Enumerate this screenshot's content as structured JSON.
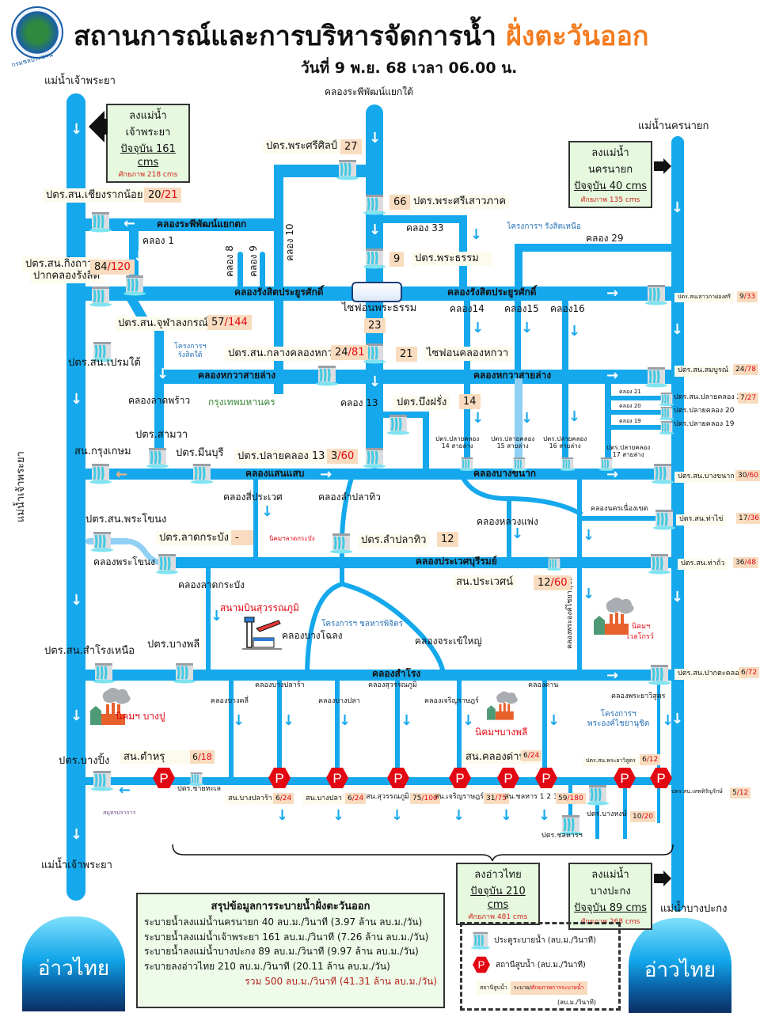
{
  "header": {
    "logo_caption": "กรมชลประทาน",
    "title_main": "สถานการณ์และการบริหารจัดการน้ำ",
    "title_highlight": "ฝั่งตะวันออก",
    "date_line": "วันที่ 9 พ.ย. 68 เวลา 06.00 น.",
    "highlight_color": "#f47c20"
  },
  "rivers": {
    "chao_phraya_top": "แม่น้ำเจ้าพระยา",
    "chao_phraya_side": "แม่น้ำเจ้าพระยา",
    "chao_phraya_bottom": "แม่น้ำเจ้าพระยา",
    "nakhon_nayok": "แม่น้ำนครนายก",
    "bang_pakong": "แม่น้ำบางปะกง",
    "gulf_left": "อ่าวไทย",
    "gulf_right": "อ่าวไทย"
  },
  "callouts": {
    "chao_phraya": {
      "title": "ลงแม่น้ำเจ้าพระยา",
      "current": "ปัจจุบัน 161 cms",
      "capacity": "ศักยภาพ 218 cms"
    },
    "nakhon_nayok": {
      "title": "ลงแม่น้ำนครนายก",
      "current": "ปัจจุบัน 40 cms",
      "capacity": "ศักยภาพ 135 cms"
    },
    "gulf": {
      "title": "ลงอ่าวไทย",
      "current": "ปัจจุบัน 210 cms",
      "capacity": "ศักยภาพ 481 cms"
    },
    "bang_pakong": {
      "title": "ลงแม่น้ำบางปะกง",
      "current": "ปัจจุบัน 89 cms",
      "capacity": "ศักยภาพ 268 cms"
    }
  },
  "canals": {
    "raphiphat_south": "คลองระพีพัฒน์แยกใต้",
    "raphiphat_west": "คลองระพีพัฒน์แยกตก",
    "k1": "คลอง 1",
    "k8": "คลอง 8",
    "k9": "คลอง 9",
    "k10": "คลอง 10",
    "k13": "คลอง 13",
    "k14": "คลอง14",
    "k15": "คลอง15",
    "k16": "คลอง16",
    "k19": "คลอง 19",
    "k20": "คลอง 20",
    "k21": "คลอง 21",
    "k29": "คลอง 29",
    "k33": "คลอง 33",
    "rangsit_w": "คลองรังสิตประยูรศักดิ์",
    "rangsit_e": "คลองรังสิตประยูรศักดิ์",
    "hokwa_w": "คลองหกวาสายล่าง",
    "hokwa_e": "คลองหกวาสายล่าง",
    "lat_phrao": "คลองลาดพร้าว",
    "saen_saep": "คลองแสนแสบ",
    "bang_khanak": "คลองบางขนาก",
    "si_prawet": "คลองสี่ประเวศ",
    "lam_pla_thio": "คลองลำปลาทิว",
    "luang_phaeng": "คลองหลวงแพ่ง",
    "nakhon_nueang_khet": "คลองนครเนื่องเขต",
    "phra_khanong": "คลองพระโขนง",
    "prawet_burirom": "คลองประเวศบุรีรมย์",
    "lat_krabang": "คลองลาดกระบัง",
    "bang_chalong": "คลองบางโฉลง",
    "chorakhe_yai": "คลองจระเข้ใหญ่",
    "phra_ong_chaiyanuchit": "คลองพระองค์ไชยานุชิต",
    "samrong": "คลองสำโรง",
    "bang_khli": "คลองบางคลี่",
    "bang_pla_ra": "คลองบางปลาร้า",
    "bang_pla": "คลองบางปลา",
    "suvarnabhumi": "คลองสุวรรณภูมิ",
    "charoen_rat": "คลองเจริญราษฎร์",
    "khlong_dan": "คลองด่าน",
    "phraya_wisut": "คลองพระยาวิสูตร"
  },
  "areas": {
    "bangkok": "กรุงเทพมหานคร",
    "rangsit_north": "โครงการฯ รังสิตเหนือ",
    "rangsit_south": "โครงการฯ\nรังสิตใต้",
    "chonlahan": "โครงการฯ ชลหารพิจิตร",
    "phra_ong": "โครงการฯ\nพระองค์ไชยานุชิต",
    "airport": "สนามบินสุวรรณภูมิ",
    "ie_lat_krabang": "นิคมฯลาดกระบัง",
    "ie_wellgrow_1": "นิคมฯ",
    "ie_wellgrow_2": "เวลโกรว์",
    "ie_bang_phli": "นิคมฯบางพลี",
    "ie_bang_pu": "นิคมฯ บางปู",
    "samut_prakan": "สมุทรปราการ"
  },
  "stations": {
    "phra_si_sin": {
      "name": "ปตร.พระศรีศิลป์",
      "value": "27"
    },
    "chiang_rak_noi": {
      "name": "ปตร.สน.เชียงรากน้อย",
      "value": "20",
      "capacity": "21"
    },
    "phra_si_saowaphak": {
      "name": "ปตร.พระศรีเสาวภาค",
      "value": "66"
    },
    "phra_tham": {
      "name": "ปตร.พระธรรม",
      "value": "9"
    },
    "king_thawon_1": "ปตร.สน.กิ่งถาวร",
    "king_thawon_2": "ปากคลองรังสิต",
    "king_thawon": {
      "value": "84",
      "capacity": "120"
    },
    "siphon_phra_tham": {
      "name": "ไซฟอนพระธรรม",
      "value": "23"
    },
    "chulalongkorn": {
      "name": "ปตร.สน.จุฬาลงกรณ์",
      "value": "57",
      "capacity": "144"
    },
    "klang_hokwa": {
      "name": "ปตร.สน.กลางคลองหกวา",
      "value": "24",
      "capacity": "81"
    },
    "siphon_hokwa": {
      "name": "ไซฟอนคลองหกวา",
      "value": "21"
    },
    "prem_tai": {
      "name": "ปตร.สน.เปรมใต้"
    },
    "bueng_fang": {
      "name": "ปตร.บึงฝรั่ง",
      "value": "14"
    },
    "sam_wa": {
      "name": "ปตร.สามวา"
    },
    "krungkasem": {
      "name": "สน.กรุงเกษม"
    },
    "min_buri": {
      "name": "ปตร.มีนบุรี"
    },
    "plai_k13": {
      "name": "ปตร.ปลายคลอง 13",
      "value": "3",
      "capacity": "60"
    },
    "plai_k14": {
      "name": "ปตร.ปลายคลอง\n14 สายล่าง"
    },
    "plai_k15": {
      "name": "ปตร.ปลายคลอง\n15 สายล่าง"
    },
    "plai_k16": {
      "name": "ปตร.ปลายคลอง\n16 สายล่าง"
    },
    "plai_k17": {
      "name": "ปตร.ปลายคลอง\n17 สายล่าง"
    },
    "saowapha_ongsri": {
      "name": "ปตร.สนเสาวภาผ่องศรี",
      "value": "9",
      "capacity": "33"
    },
    "sombun": {
      "name": "ปตร.สน.สมบูรณ์",
      "value": "24",
      "capacity": "78"
    },
    "plai_k21": {
      "name": "ปตร.สน.ปลายคลอง 21",
      "value": "7",
      "capacity": "27"
    },
    "plai_k20": {
      "name": "ปตร.ปลายคลอง 20"
    },
    "plai_k19": {
      "name": "ปตร.ปลายคลอง 19"
    },
    "bang_khanak": {
      "name": "ปตร.สน.บางขนาก",
      "value": "30",
      "capacity": "60"
    },
    "tha_khai": {
      "name": "ปตร.สน.ท่าไข่",
      "value": "17",
      "capacity": "36"
    },
    "tha_thua": {
      "name": "ปตร.สน.ท่าถั่ว",
      "value": "36",
      "capacity": "48"
    },
    "phra_khanong": {
      "name": "ปตร.สน.พระโขนง"
    },
    "lat_krabang": {
      "name": "ปตร.ลาดกระบัง",
      "value": "-"
    },
    "lam_pla_thio": {
      "name": "ปตร.ลำปลาทิว",
      "value": "12"
    },
    "prawet": {
      "name": "สน.ประเวศน์",
      "value": "12",
      "capacity": "60"
    },
    "samrong_nuea": {
      "name": "ปตร.สน.สำโรงเหนือ"
    },
    "bang_phli": {
      "name": "ปตร.บางพลี"
    },
    "pak_tha_klong": {
      "name": "ปตร.สน.ปากตะคลอง",
      "value": "6",
      "capacity": "72"
    },
    "bang_ping": {
      "name": "ปตร.บางปิ้ง"
    },
    "tamru": {
      "name": "สน.ตำหรุ",
      "value": "6",
      "capacity": "18"
    },
    "chai_thale": {
      "name": "ปตร.ชายทะเล"
    },
    "klong_dan_2": {
      "name": "สน.คลองด่าน 2",
      "value": "6",
      "capacity": "24"
    },
    "phraya_wisut": {
      "name": "ปตร.สน.พระยาวิสูตร",
      "value": "6",
      "capacity": "12"
    },
    "bang_pla_ra": {
      "name": "สน.บางปลาร้า",
      "value": "6",
      "capacity": "24"
    },
    "bang_pla": {
      "name": "สน.บางปลา",
      "value": "6",
      "capacity": "24"
    },
    "suvarnabhumi": {
      "name": "สน.สุวรรณภูมิ",
      "value": "75",
      "capacity": "100"
    },
    "charoen_rat": {
      "name": "สน.เจริญราษฎร์",
      "value": "31",
      "capacity": "75"
    },
    "chonlahan_123": {
      "name": "สน.ชลหาร 1 2 3",
      "value": "59",
      "capacity": "180"
    },
    "bang_hong": {
      "name": "ปตร.บางหงษ์",
      "value": "10",
      "capacity": "20"
    },
    "chonlahan_gate": {
      "name": "ปตร.ชลหารฯ"
    },
    "thep_hirunrak": {
      "name": "ปตร.สน.เทพหิรัญรักษ์",
      "value": "5",
      "capacity": "12"
    }
  },
  "summary": {
    "title": "สรุปข้อมูลการระบายน้ำฝั่งตะวันออก",
    "lines": [
      "ระบายน้ำลงแม่น้ำนครนายก 40 ลบ.ม./วินาที  (3.97 ล้าน ลบ.ม./วัน)",
      "ระบายน้ำลงแม่น้ำเจ้าพระยา 161 ลบ.ม./วินาที (7.26 ล้าน ลบ.ม./วัน)",
      "ระบายน้ำลงแม่น้ำบางปะกง 89 ลบ.ม./วินาที (9.97 ล้าน ลบ.ม./วัน)",
      "ระบายลงอ่าวไทย 210 ลบ.ม./วินาที (20.11 ล้าน ลบ.ม./วัน)"
    ],
    "total": "รวม 500 ลบ.ม./วินาที (41.31 ล้าน ลบ.ม./วัน)"
  },
  "legend": {
    "gate": "ประตูระบายน้ำ (ลบ.ม./วินาที)",
    "pump": "สถานีสูบน้ำ (ลบ.ม./วินาที)",
    "station_label": "สถานีสูบน้ำ",
    "discharge": "ระบาย",
    "capacity": "ศักยภาพการระบายน้ำ",
    "unit": "(ลบ.ม./วินาที)"
  },
  "colors": {
    "canal": "#15a8ec",
    "callout_bg": "#e6f9df",
    "value_bg": "#f9dcbf",
    "capacity_text": "#e30613",
    "pump": "#e30613",
    "project_text": "#2b73b8",
    "bangkok_text": "#3a8a3a"
  }
}
